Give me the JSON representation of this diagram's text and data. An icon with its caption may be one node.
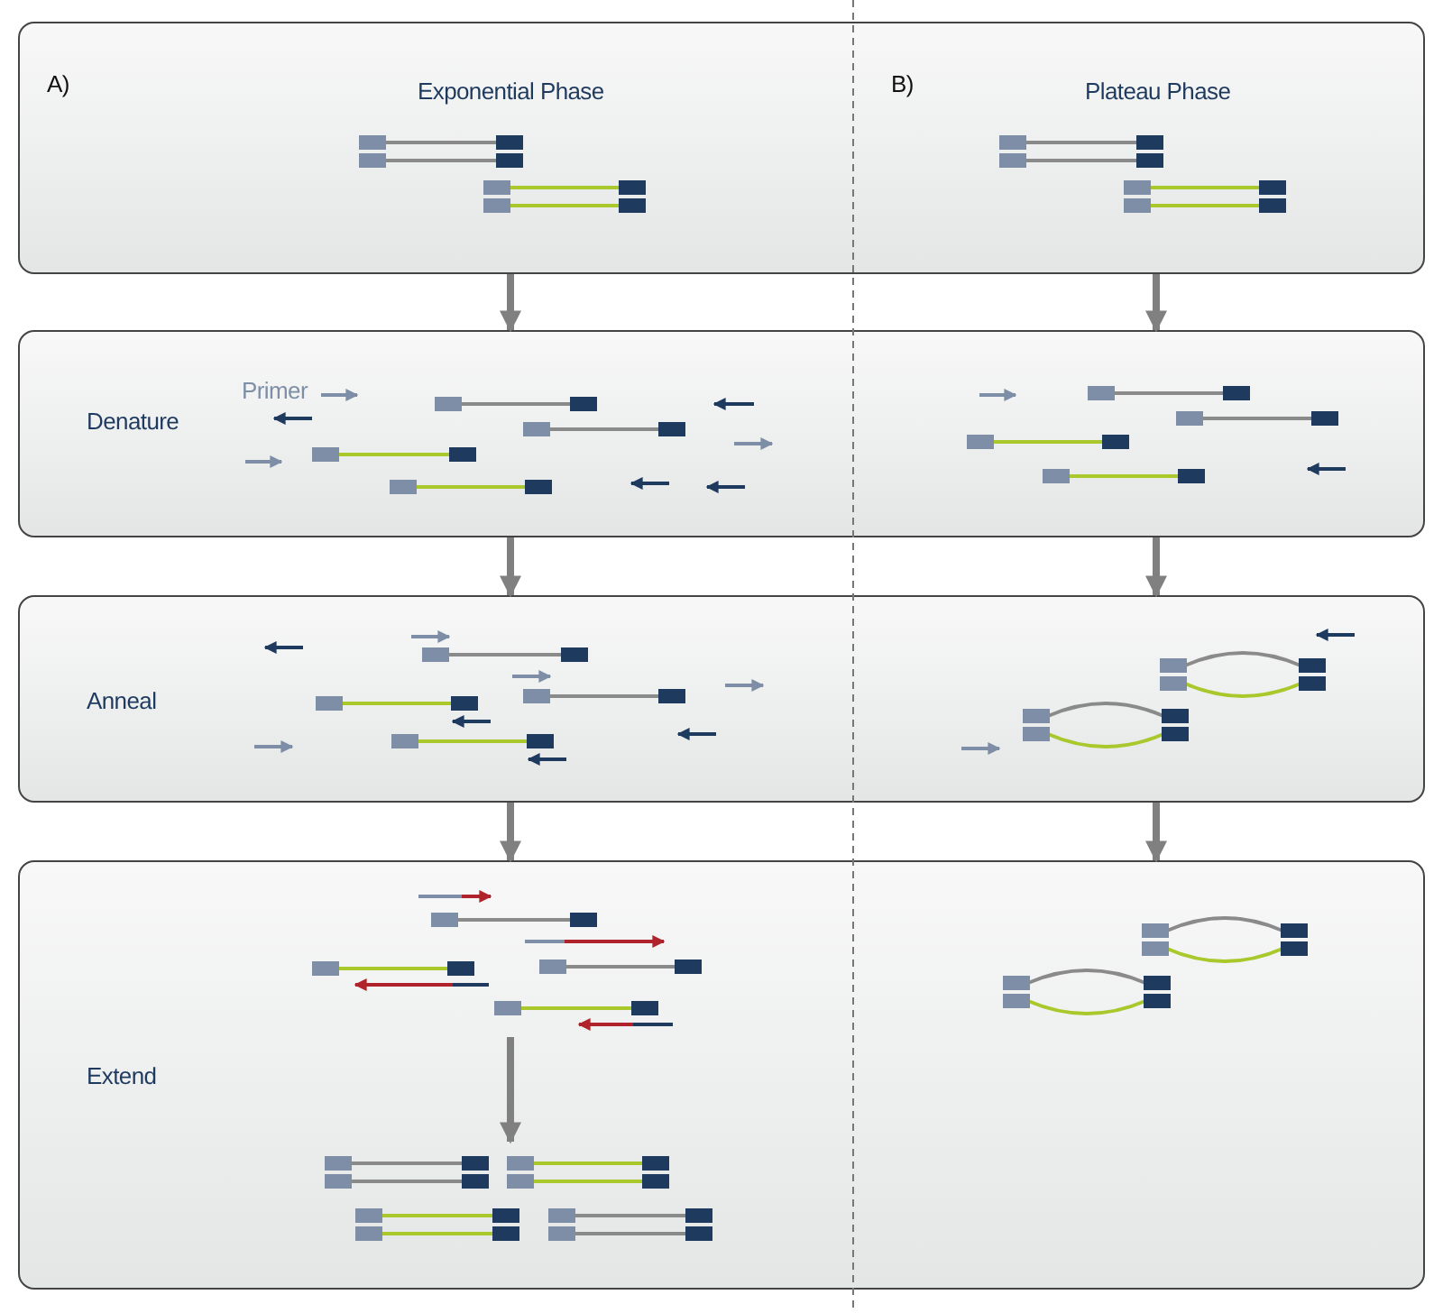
{
  "diagram": {
    "nodes": [
      {
        "text": [
          "A)",
          "Exponential Phase",
          "B)",
          "Plateau Phase"
        ]
      },
      {
        "text": [
          "Denature",
          "Primer"
        ]
      },
      {
        "text": [
          "Anneal"
        ]
      },
      {
        "text": [
          "Extend"
        ]
      },
      {
        "text": [],
        "shape": "picture",
        "in": 3
      },
      {
        "text": [],
        "shape": "picture",
        "in": 3
      }
    ],
    "edges": [
      {
        "from": 0,
        "to": 1,
        "arrow": "to"
      },
      {
        "from": 0,
        "to": 1,
        "arrow": "to"
      },
      {
        "from": 1,
        "to": 2,
        "arrow": "to"
      },
      {
        "from": 1,
        "to": 2,
        "arrow": "to"
      },
      {
        "from": 2,
        "to": 3,
        "arrow": "to"
      },
      {
        "from": 2,
        "to": 3,
        "arrow": "to"
      },
      {
        "from": 4,
        "to": 5,
        "arrow": "to"
      }
    ]
  }
}
